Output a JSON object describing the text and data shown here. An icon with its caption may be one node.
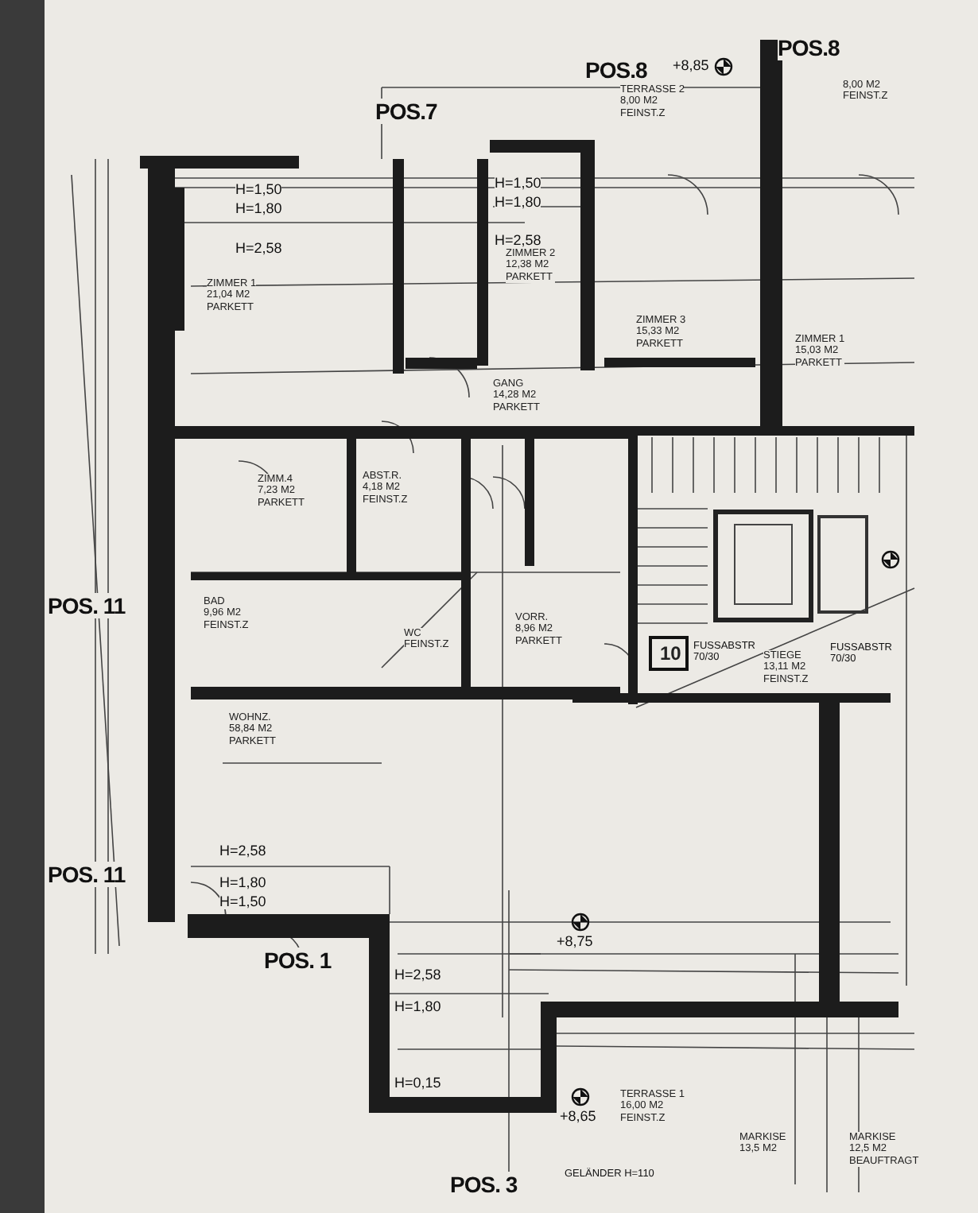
{
  "diagram": {
    "nodes": [
      {
        "text": [
          "ZIMMER 1",
          "21,04 M2",
          "PARKETT"
        ]
      },
      {
        "text": [
          "ZIMMER 2",
          "12,38 M2",
          "PARKETT"
        ]
      },
      {
        "text": [
          "ZIMMER 3",
          "15,33 M2",
          "PARKETT"
        ]
      },
      {
        "text": [
          "ZIMMER 1",
          "15,03 M2",
          "PARKETT"
        ]
      },
      {
        "text": [
          "TERRASSE 2",
          "8,00 M2",
          "FEINST.Z"
        ]
      },
      {
        "text": [
          "8,00 M2",
          "FEINST.Z"
        ]
      },
      {
        "text": [
          "GANG",
          "14,28 M2",
          "PARKETT"
        ]
      },
      {
        "text": [
          "ZIMM.4",
          "7,23 M2",
          "PARKETT"
        ]
      },
      {
        "text": [
          "ABST.R.",
          "4,18 M2",
          "FEINST.Z"
        ]
      },
      {
        "text": [
          "BAD",
          "9,96 M2",
          "FEINST.Z"
        ]
      },
      {
        "text": [
          "WC",
          "FEINST.Z"
        ]
      },
      {
        "text": [
          "VORR.",
          "8,96 M2",
          "PARKETT"
        ]
      },
      {
        "text": [
          "10"
        ]
      },
      {
        "text": [
          "STIEGE",
          "13,11 M2",
          "FEINST.Z"
        ]
      },
      {
        "text": [
          "WOHNZ.",
          "58,84 M2",
          "PARKETT"
        ]
      },
      {
        "text": [
          "TERRASSE 1",
          "16,00 M2",
          "FEINST.Z"
        ]
      },
      {
        "text": [
          "MARKISE",
          "13,5 M2"
        ]
      },
      {
        "text": [
          "MARKISE",
          "12,5 M2",
          "BEAUFTRAGT"
        ]
      }
    ],
    "edges": [],
    "labels": [
      "POS.7",
      "POS.8",
      "+8,85",
      "POS.8",
      "H=1,50",
      "H=1,80",
      "H=2,58",
      "H=1,50",
      "H=1,80",
      "H=2,58",
      "POS. 11",
      "FUSSABSTR 70/30",
      "FUSSABSTR 70/30",
      "POS. 11",
      "H=2,58",
      "H=1,80",
      "H=1,50",
      "+8,75",
      "H=2,58",
      "POS. 1",
      "H=1,80",
      "H=0,15",
      "+8,65",
      "GELÄNDER H=110",
      "POS. 3"
    ]
  }
}
